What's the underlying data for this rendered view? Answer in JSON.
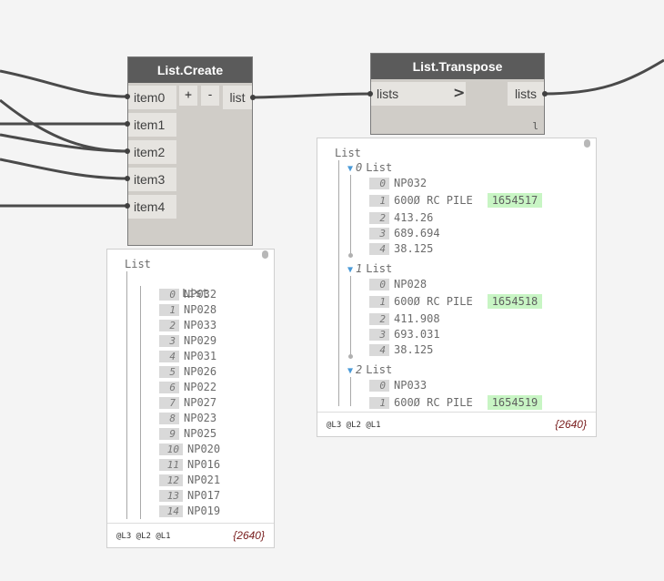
{
  "nodes": {
    "list_create": {
      "title": "List.Create",
      "inputs": [
        "item0",
        "item1",
        "item2",
        "item3",
        "item4"
      ],
      "add_label": "+",
      "remove_label": "-",
      "output": "list"
    },
    "list_transpose": {
      "title": "List.Transpose",
      "input": "lists",
      "input_arrow": ">",
      "output": "lists",
      "lacing": "l"
    }
  },
  "preview_create": {
    "root": "List",
    "sub": "List",
    "sub_index": "0",
    "items": [
      {
        "i": "0",
        "v": "NP032"
      },
      {
        "i": "1",
        "v": "NP028"
      },
      {
        "i": "2",
        "v": "NP033"
      },
      {
        "i": "3",
        "v": "NP029"
      },
      {
        "i": "4",
        "v": "NP031"
      },
      {
        "i": "5",
        "v": "NP026"
      },
      {
        "i": "6",
        "v": "NP022"
      },
      {
        "i": "7",
        "v": "NP027"
      },
      {
        "i": "8",
        "v": "NP023"
      },
      {
        "i": "9",
        "v": "NP025"
      },
      {
        "i": "10",
        "v": "NP020"
      },
      {
        "i": "11",
        "v": "NP016"
      },
      {
        "i": "12",
        "v": "NP021"
      },
      {
        "i": "13",
        "v": "NP017"
      },
      {
        "i": "14",
        "v": "NP019"
      }
    ],
    "levels": "@L3 @L2 @L1",
    "count": "{2640}"
  },
  "preview_transpose": {
    "root": "List",
    "groups": [
      {
        "index": "0",
        "label": "List",
        "items": [
          {
            "i": "0",
            "v": "NP032"
          },
          {
            "i": "1",
            "v": "600Ø RC PILE",
            "tag": "1654517"
          },
          {
            "i": "2",
            "v": "413.26"
          },
          {
            "i": "3",
            "v": "689.694"
          },
          {
            "i": "4",
            "v": "38.125"
          }
        ]
      },
      {
        "index": "1",
        "label": "List",
        "items": [
          {
            "i": "0",
            "v": "NP028"
          },
          {
            "i": "1",
            "v": "600Ø RC PILE",
            "tag": "1654518"
          },
          {
            "i": "2",
            "v": "411.908"
          },
          {
            "i": "3",
            "v": "693.031"
          },
          {
            "i": "4",
            "v": "38.125"
          }
        ]
      },
      {
        "index": "2",
        "label": "List",
        "items": [
          {
            "i": "0",
            "v": "NP033"
          },
          {
            "i": "1",
            "v": "600Ø RC PILE",
            "tag": "1654519"
          }
        ]
      }
    ],
    "levels": "@L3 @L2 @L1",
    "count": "{2640}"
  }
}
